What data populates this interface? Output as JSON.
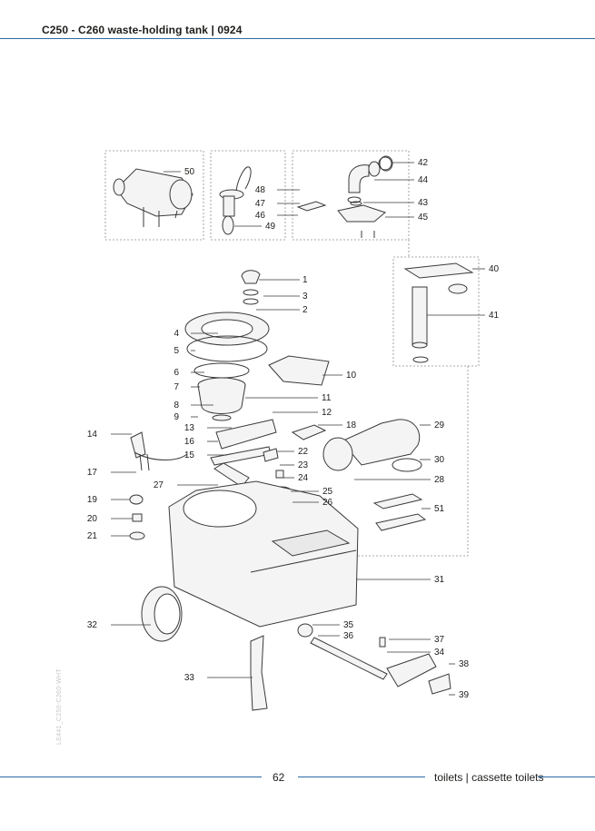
{
  "header": {
    "title": "C250 - C260 waste-holding tank | 0924"
  },
  "footer": {
    "page_number": "62",
    "section": "toilets | cassette toilets"
  },
  "side_code": "LE441_C250-C260-WHT",
  "diagram": {
    "callouts": [
      "1",
      "2",
      "3",
      "4",
      "5",
      "6",
      "7",
      "8",
      "9",
      "10",
      "11",
      "12",
      "13",
      "14",
      "15",
      "16",
      "17",
      "18",
      "19",
      "20",
      "21",
      "22",
      "23",
      "24",
      "25",
      "26",
      "27",
      "28",
      "29",
      "30",
      "31",
      "32",
      "33",
      "34",
      "35",
      "36",
      "37",
      "38",
      "39",
      "40",
      "41",
      "42",
      "43",
      "44",
      "45",
      "46",
      "47",
      "48",
      "49",
      "50",
      "51"
    ]
  }
}
